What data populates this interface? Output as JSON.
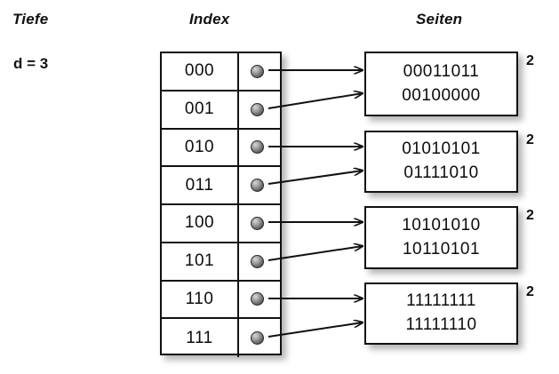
{
  "headings": {
    "depth": "Tiefe",
    "index": "Index",
    "pages": "Seiten"
  },
  "depth": {
    "label": "d = 3"
  },
  "index_table": {
    "rows": [
      {
        "key": "000",
        "pointer": "pointer-dot"
      },
      {
        "key": "001",
        "pointer": "pointer-dot"
      },
      {
        "key": "010",
        "pointer": "pointer-dot"
      },
      {
        "key": "011",
        "pointer": "pointer-dot"
      },
      {
        "key": "100",
        "pointer": "pointer-dot"
      },
      {
        "key": "101",
        "pointer": "pointer-dot"
      },
      {
        "key": "110",
        "pointer": "pointer-dot"
      },
      {
        "key": "111",
        "pointer": "pointer-dot"
      }
    ]
  },
  "pages": [
    {
      "line1": "00011011",
      "line2": "00100000",
      "count": "2"
    },
    {
      "line1": "01010101",
      "line2": "01111010",
      "count": "2"
    },
    {
      "line1": "10101010",
      "line2": "10110101",
      "count": "2"
    },
    {
      "line1": "11111111",
      "line2": "11111110",
      "count": "2"
    }
  ],
  "colors": {
    "background": "#ffffff",
    "stroke": "#111111",
    "text": "#0d0d0d",
    "dot": "#6b6b6b"
  }
}
